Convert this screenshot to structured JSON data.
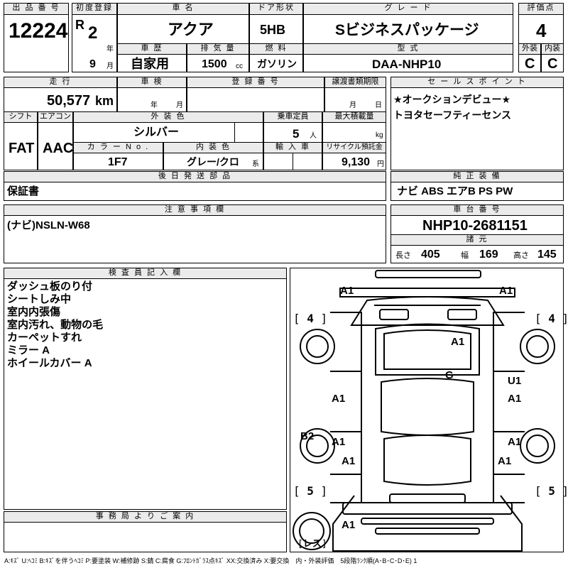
{
  "headers": {
    "lot_no": "出 品 番 号",
    "first_reg": "初度登録",
    "car_name": "車 名",
    "door": "ドア形状",
    "grade": "グ レ ー ド",
    "score": "評価点",
    "history": "車 歴",
    "displacement": "排 気 量",
    "fuel": "燃 料",
    "model_code": "型 式",
    "exterior": "外装",
    "interior": "内装",
    "mileage": "走 行",
    "inspection": "車 検",
    "plate": "登 録 番 号",
    "transfer": "譲渡書類期限",
    "sales_point": "セ ー ル ス ポ イ ン ト",
    "shift": "シフト",
    "ac": "エアコン",
    "ext_color": "外 装 色",
    "capacity": "乗車定員",
    "max_load": "最大積載量",
    "color_no": "カ ラ ー N o .",
    "int_color": "内 装 色",
    "import": "輸 入 車",
    "recycle": "リサイクル預託金",
    "later_parts": "後 日 発 送 部 品",
    "genuine": "純 正 装 備",
    "notes": "注 意 事 項 欄",
    "chassis": "車 台 番 号",
    "specs": "諸 元",
    "inspector": "検 査 員 記 入 欄",
    "office": "事 務 局 よ り ご 案 内"
  },
  "vehicle": {
    "lot_no": "12224",
    "era": "R",
    "year": "2",
    "year_unit": "年",
    "month": "9",
    "month_unit": "月",
    "car_name": "アクア",
    "door": "5HB",
    "grade": "Sビジネスパッケージ",
    "score": "4",
    "history": "自家用",
    "displacement": "1500",
    "displacement_unit": "cc",
    "fuel": "ガソリン",
    "model_code": "DAA-NHP10",
    "exterior_grade": "C",
    "interior_grade": "C",
    "mileage": "50,577",
    "mileage_unit": "km",
    "insp_year_unit": "年",
    "insp_month_unit": "月",
    "transfer_month_unit": "月",
    "transfer_day_unit": "日",
    "shift": "FAT",
    "ac": "AAC",
    "ext_color": "シルバー",
    "capacity": "5",
    "capacity_unit": "人",
    "max_load_unit": "kg",
    "color_no": "1F7",
    "int_color": "グレー/クロ",
    "int_color_suffix": "系",
    "recycle": "9,130",
    "recycle_unit": "円",
    "later_parts": "保証書",
    "genuine": "ナビ ABS エアB PS PW",
    "notes": "(ナビ)NSLN-W68",
    "chassis": "NHP10-2681151",
    "length_label": "長さ",
    "length": "405",
    "width_label": "幅",
    "width": "169",
    "height_label": "高さ",
    "height": "145"
  },
  "sales_points": [
    "★オークションデビュー★",
    "トヨタセーフティーセンス"
  ],
  "inspector_notes": [
    "ダッシュ板のり付",
    "シートしみ中",
    "室内内張傷",
    "室内汚れ、動物の毛",
    "カーペットすれ",
    "ミラー A",
    "ホイールカバー A"
  ],
  "diagram": {
    "marks": {
      "front_bumper_left": "A1",
      "front_bumper_right": "A1",
      "hood": "A1",
      "roof_glass": "G",
      "right_fender_u": "U1",
      "right_front_door": "A1",
      "left_front_door": "A1",
      "left_rear_door": "A1",
      "right_rear_door": "A1",
      "left_rocker": "B2",
      "left_quarter": "A1",
      "right_quarter": "A1",
      "rear_bumper": "A1"
    },
    "tire_fl": "4",
    "tire_fr": "4",
    "tire_rl": "5",
    "tire_rr": "5",
    "spare": "レス"
  },
  "legend": "A:ｷｽﾞ U:ﾍｺﾐ B:ｷｽﾞを伴うﾍｺﾐ P:要塗装 W:補修跡 S:錆 C:腐食 G:ﾌﾛﾝﾄｶﾞﾗｽ点ｷｽﾞ XX:交換済み X:要交換　内・外装評価　5段階ﾗﾝｸ順(A･B･C･D･E) 1"
}
